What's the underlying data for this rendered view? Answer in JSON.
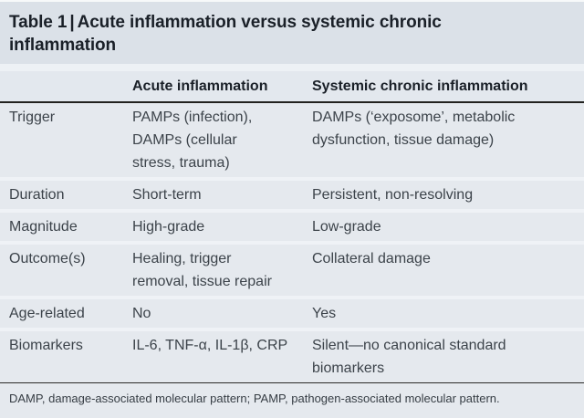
{
  "table": {
    "label": "Table 1",
    "separator": "|",
    "title": "Acute inflammation versus systemic chronic\ninflammation",
    "columns": {
      "acute": "Acute inflammation",
      "chronic": "Systemic chronic inflammation"
    },
    "rows": [
      {
        "label": "Trigger",
        "acute": "PAMPs (infection),\nDAMPs (cellular\nstress, trauma)",
        "chronic": "DAMPs (‘exposome’, metabolic\ndysfunction, tissue damage)"
      },
      {
        "label": "Duration",
        "acute": "Short-term",
        "chronic": "Persistent, non-resolving"
      },
      {
        "label": "Magnitude",
        "acute": "High-grade",
        "chronic": "Low-grade"
      },
      {
        "label": "Outcome(s)",
        "acute": "Healing, trigger\nremoval, tissue repair",
        "chronic": "Collateral damage"
      },
      {
        "label": "Age-related",
        "acute": "No",
        "chronic": "Yes"
      },
      {
        "label": "Biomarkers",
        "acute": "IL-6, TNF-α, IL-1β, CRP",
        "chronic": "Silent—no canonical standard\nbiomarkers"
      }
    ],
    "footnote": "DAMP, damage-associated molecular pattern; PAMP, pathogen-associated molecular pattern."
  },
  "colors": {
    "title_bg": "#dbe1e8",
    "band_bg": "#edf1f5",
    "header_bg": "#e3e8ee",
    "row_bg": "#e5e9ee",
    "row_separator": "#eff2f6",
    "dark_rule": "#22221f",
    "title_text": "#1a2028",
    "body_text": "#3c434a"
  }
}
